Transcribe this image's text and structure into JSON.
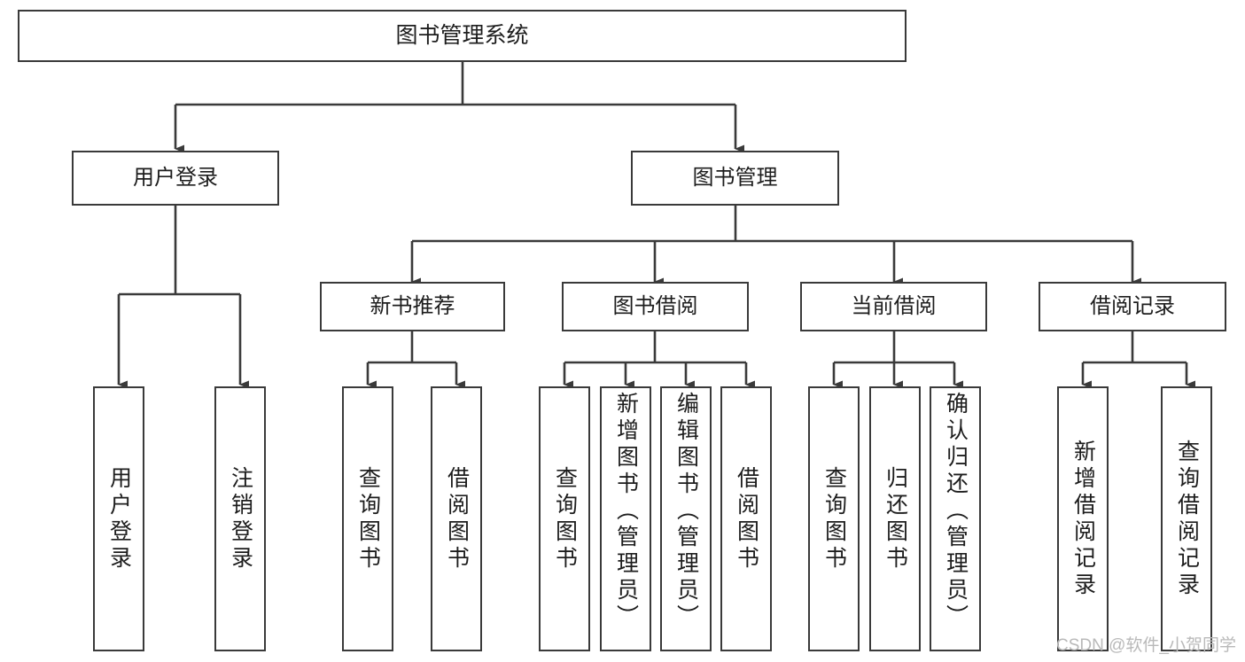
{
  "diagram": {
    "type": "tree",
    "title": "图书管理系统",
    "watermark": "CSDN @软件_小贺同学",
    "colors": {
      "stroke": "#3a3a3a",
      "fill": "#ffffff",
      "text": "#1d1d1d",
      "watermark": "#b9b9b9"
    },
    "root": {
      "label": "图书管理系统"
    },
    "level2": [
      {
        "label": "用户登录"
      },
      {
        "label": "图书管理"
      }
    ],
    "level3": [
      {
        "label": "新书推荐"
      },
      {
        "label": "图书借阅"
      },
      {
        "label": "当前借阅"
      },
      {
        "label": "借阅记录"
      }
    ],
    "leaves": {
      "user_login": [
        {
          "label": "用户登录"
        },
        {
          "label": "注销登录"
        }
      ],
      "new_book": [
        {
          "label": "查询图书"
        },
        {
          "label": "借阅图书"
        }
      ],
      "book_borrow": [
        {
          "label": "查询图书"
        },
        {
          "label": "新增图书（管理员）"
        },
        {
          "label": "编辑图书（管理员）"
        },
        {
          "label": "借阅图书"
        }
      ],
      "current_borrow": [
        {
          "label": "查询图书"
        },
        {
          "label": "归还图书"
        },
        {
          "label": "确认归还（管理员）"
        }
      ],
      "borrow_record": [
        {
          "label": "新增借阅记录"
        },
        {
          "label": "查询借阅记录"
        }
      ]
    }
  }
}
